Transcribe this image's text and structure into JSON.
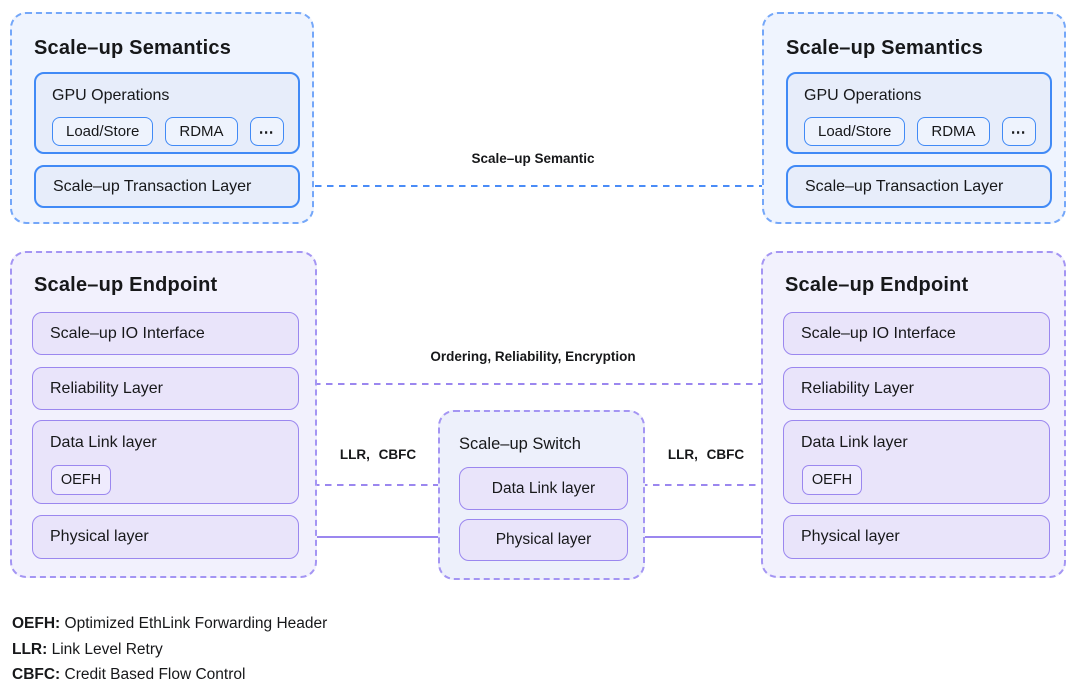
{
  "colors": {
    "blue_accent": "#418af6",
    "blue_dashed_border": "#74a7f9",
    "purple_accent": "#9b87ef",
    "purple_dashed_border": "#a495f3",
    "semantics_bg": "#eff4fe",
    "endpoint_bg": "#f2f1fd",
    "switch_bg": "#edf0fb",
    "text": "#17181a"
  },
  "semantics": {
    "title": "Scale–up Semantics",
    "gpu_operations": {
      "label": "GPU Operations",
      "chips": {
        "load_store": "Load/Store",
        "rdma": "RDMA",
        "more": "⋯"
      }
    },
    "transaction_layer": "Scale–up Transaction Layer"
  },
  "endpoint": {
    "title": "Scale–up Endpoint",
    "io_interface": "Scale–up IO Interface",
    "reliability": "Reliability Layer",
    "data_link": "Data Link layer",
    "oefh": "OEFH",
    "physical": "Physical layer"
  },
  "switch": {
    "title": "Scale–up Switch",
    "data_link": "Data Link layer",
    "physical": "Physical layer"
  },
  "arrows": {
    "semantic": "Scale–up Semantic",
    "ordering": "Ordering, Reliability, Encryption",
    "llr_left": "LLR, CBFC",
    "llr_right": "LLR, CBFC"
  },
  "legend": [
    {
      "term": "OEFH:",
      "definition": "Optimized EthLink Forwarding Header"
    },
    {
      "term": "LLR:",
      "definition": "Link Level Retry"
    },
    {
      "term": "CBFC:",
      "definition": "Credit Based Flow Control"
    }
  ]
}
